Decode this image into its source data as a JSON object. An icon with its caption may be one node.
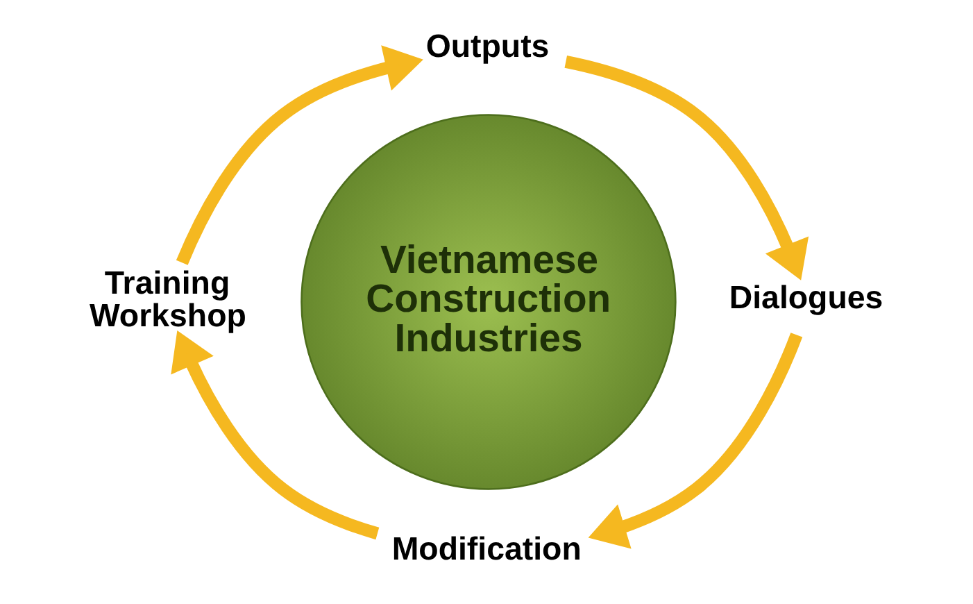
{
  "diagram": {
    "nodes": [
      {
        "text": [
          "Vietnamese Construction Industries"
        ]
      },
      {
        "text": [
          "Outputs"
        ]
      },
      {
        "text": [
          "Dialogues"
        ]
      },
      {
        "text": [
          "Modification"
        ]
      },
      {
        "text": [
          "Training Workshop"
        ]
      }
    ],
    "edges": [
      {
        "from": 1,
        "to": 2,
        "arrow": "to"
      },
      {
        "from": 2,
        "to": 3,
        "arrow": "to"
      },
      {
        "from": 3,
        "to": 4,
        "arrow": "to"
      },
      {
        "from": 4,
        "to": 1,
        "arrow": "to"
      }
    ]
  }
}
